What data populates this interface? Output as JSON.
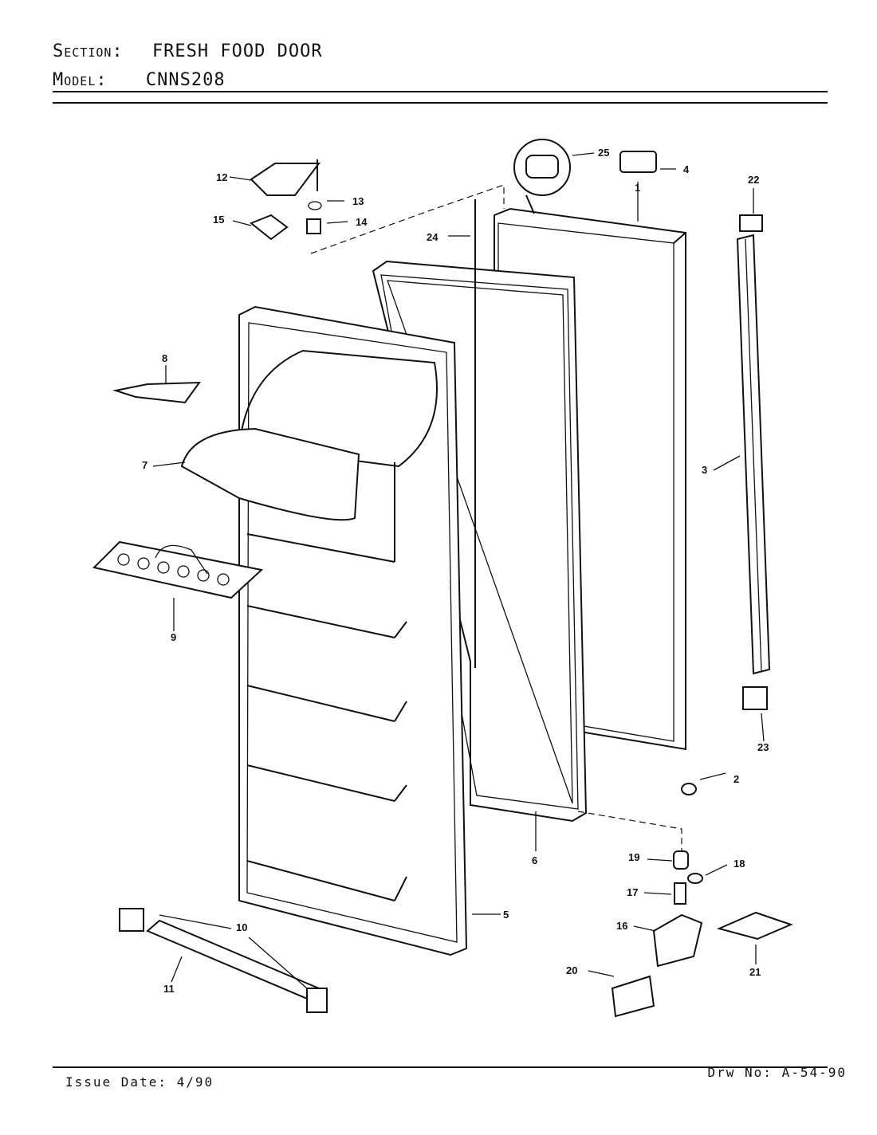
{
  "header": {
    "section_label": "Section:",
    "section_value": "FRESH FOOD DOOR",
    "model_label": "Model:",
    "model_value": "CNNS208"
  },
  "footer": {
    "issue_date": "Issue Date: 4/90",
    "drawing_no": "Drw No: A-54-90"
  },
  "callouts": [
    "1",
    "2",
    "3",
    "4",
    "5",
    "6",
    "7",
    "8",
    "9",
    "10",
    "11",
    "12",
    "13",
    "14",
    "15",
    "16",
    "17",
    "18",
    "19",
    "20",
    "21",
    "22",
    "23",
    "24",
    "25"
  ]
}
